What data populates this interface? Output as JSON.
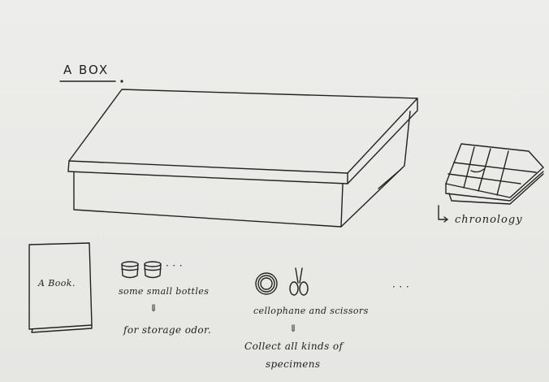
{
  "title": "A BOX",
  "book_label": "A Book.",
  "chronology_label": "chronology",
  "bottles": {
    "line1": "some small bottles",
    "arrow": "⇓",
    "line2": "for storage odor."
  },
  "cellophane": {
    "line1": "cellophane and scissors",
    "arrow": "⇓",
    "line2": "Collect all kinds of",
    "line3": "specimens"
  },
  "ellipsis_small": "· · ·",
  "ellipsis_more": "· · ·",
  "icons": [
    "box-sketch",
    "chronology-book-icon",
    "bottle-icon",
    "cellophane-roll-icon",
    "scissors-icon",
    "book-sketch"
  ],
  "ink_color": "#1f1f1f",
  "paper_color": "#e9e9e7"
}
